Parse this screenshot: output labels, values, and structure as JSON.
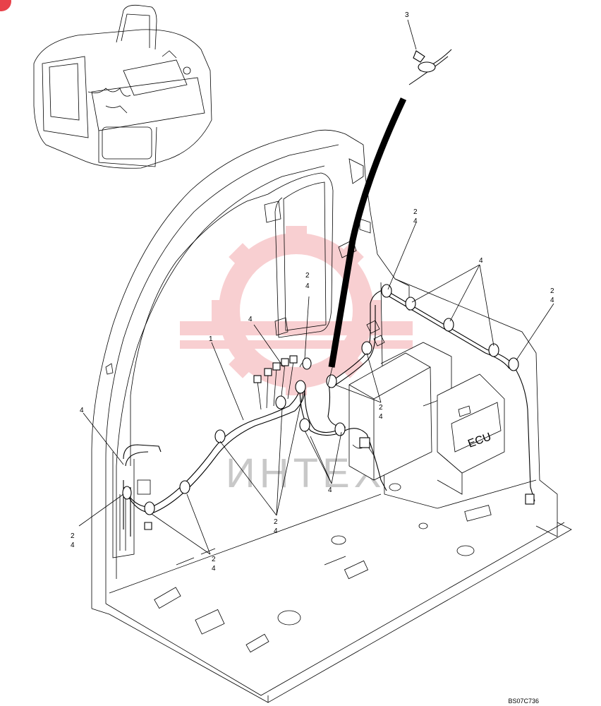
{
  "callouts": {
    "c1": "1",
    "c2a": "2",
    "c4a": "4",
    "c2b": "2",
    "c4b": "4",
    "c2c": "2",
    "c4c": "4",
    "c2d": "2",
    "c4d": "4",
    "c2e": "2",
    "c4e": "4",
    "c2f": "2",
    "c4f": "4",
    "c2g": "2",
    "c4g": "4",
    "c3": "3",
    "c4h": "4",
    "c4i": "4",
    "c4j": "4",
    "c4k": "4"
  },
  "ecu_label": "ECU",
  "watermark_text": "ИНТЕХ",
  "drawing_ref": "BS07C736",
  "colors": {
    "watermark": "#f3a9ad",
    "badge": "#e8414a",
    "line": "#000000"
  }
}
